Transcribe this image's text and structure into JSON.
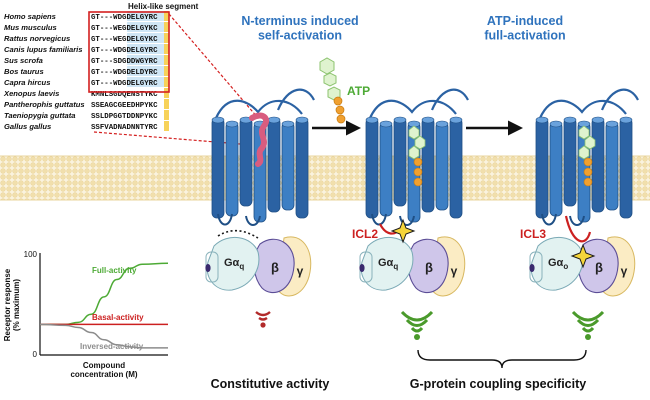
{
  "alignment": {
    "title": "Helix-like segment",
    "species": [
      {
        "name": "Homo sapiens",
        "seq": "GT---WDGDELGYRC"
      },
      {
        "name": "Mus musculus",
        "seq": "GT---WEGDELGYKC"
      },
      {
        "name": "Rattus norvegicus",
        "seq": "GT---WEGDELGYKC"
      },
      {
        "name": "Canis lupus familiaris",
        "seq": "GT---WDGDELGYRC"
      },
      {
        "name": "Sus scrofa",
        "seq": "GT---SDGDDWGYRC"
      },
      {
        "name": "Bos taurus",
        "seq": "GT---WDGDELDYRC"
      },
      {
        "name": "Capra hircus",
        "seq": "GT---WDGDELGYRC"
      },
      {
        "name": "Xenopus laevis",
        "seq": "KMNLSGDQENSTYKC"
      },
      {
        "name": "Pantherophis guttatus",
        "seq": "SSEAGCGEEDHPYKC"
      },
      {
        "name": "Taeniopygia guttata",
        "seq": "SSLDPGGTDDNPYKC"
      },
      {
        "name": "Gallus gallus",
        "seq": "SSFVADNADNNTYRC"
      }
    ]
  },
  "stages": {
    "stage1": "N-terminus induced\nself-activation",
    "stage2": "ATP-induced\nfull-activation",
    "atp": "ATP"
  },
  "labels": {
    "icl2": "ICL2",
    "icl3": "ICL3",
    "ga": "Gα",
    "q": "q",
    "o": "o",
    "beta": "β",
    "gamma": "γ",
    "constitutive": "Constitutive activity",
    "specificity": "G-protein coupling specificity"
  },
  "chart_data": {
    "type": "line",
    "title": "",
    "ylabel": "Receptor response\n(% maximum)",
    "xlabel": "Compound\nconcentration (M)",
    "y_ticks": [
      "100",
      "0"
    ],
    "ylim": [
      0,
      100
    ],
    "series": [
      {
        "name": "Full-activity",
        "color": "#4daa35",
        "points": [
          [
            0,
            30
          ],
          [
            2,
            30
          ],
          [
            3,
            32
          ],
          [
            4,
            40
          ],
          [
            5,
            57
          ],
          [
            6,
            74
          ],
          [
            7,
            85
          ],
          [
            8,
            89
          ],
          [
            10,
            90
          ]
        ]
      },
      {
        "name": "Basal-activity",
        "color": "#cc2020",
        "points": [
          [
            0,
            30
          ],
          [
            10,
            30
          ]
        ]
      },
      {
        "name": "Inversed-activity",
        "color": "#8c8c8c",
        "points": [
          [
            0,
            30
          ],
          [
            2,
            29
          ],
          [
            3,
            27
          ],
          [
            4,
            22
          ],
          [
            5,
            15
          ],
          [
            6,
            10
          ],
          [
            7,
            8
          ],
          [
            8,
            7
          ],
          [
            10,
            7
          ]
        ]
      }
    ]
  },
  "colors": {
    "helix": "#3d7fc4",
    "helix_dark": "#2b62a3",
    "title_blue": "#2f73bd",
    "atp_green": "#4daa35",
    "red": "#cc2020",
    "signal_red": "#b22a2a",
    "signal_green": "#4a9a2b"
  }
}
